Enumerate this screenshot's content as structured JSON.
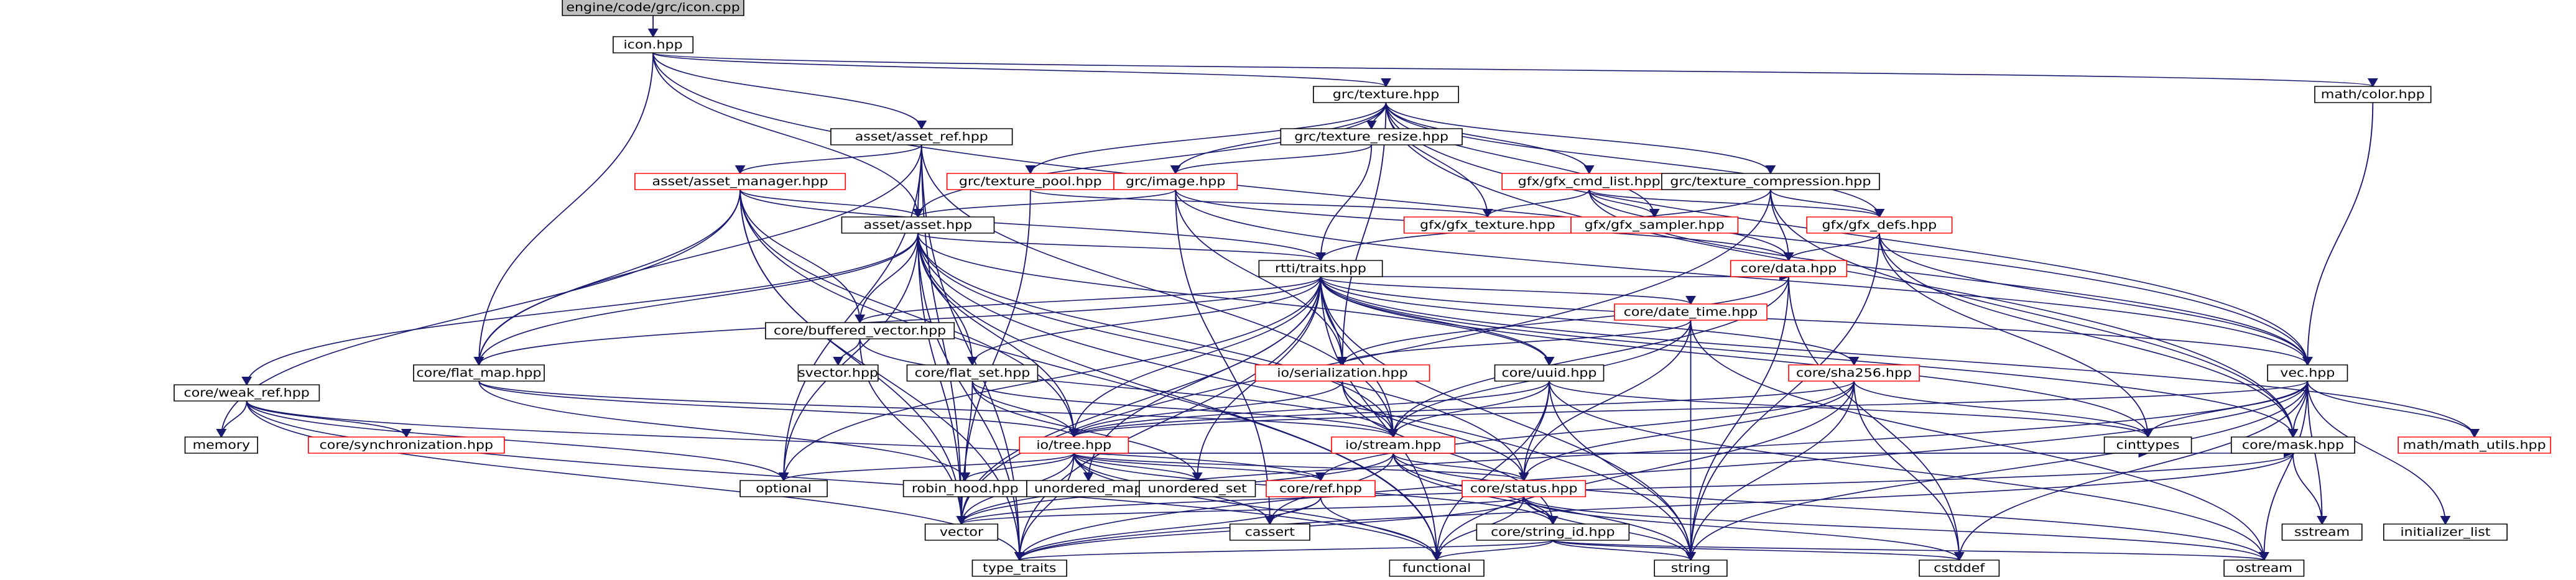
{
  "diagram": {
    "type": "include-dependency-graph",
    "colors": {
      "edge": "#191970",
      "root_fill": "#bfbfbf",
      "truncated_border": "#ff0000",
      "node_border": "#000000"
    },
    "nodes": [
      {
        "id": "root",
        "label": "engine/code/grc/icon.cpp",
        "kind": "root"
      },
      {
        "id": "icon",
        "label": "icon.hpp",
        "kind": "normal"
      },
      {
        "id": "asset_ref",
        "label": "asset/asset_ref.hpp",
        "kind": "normal"
      },
      {
        "id": "texture",
        "label": "grc/texture.hpp",
        "kind": "normal"
      },
      {
        "id": "math_color",
        "label": "math/color.hpp",
        "kind": "normal"
      },
      {
        "id": "asset_manager",
        "label": "asset/asset_manager.hpp",
        "kind": "truncated"
      },
      {
        "id": "texture_pool",
        "label": "grc/texture_pool.hpp",
        "kind": "truncated"
      },
      {
        "id": "image",
        "label": "grc/image.hpp",
        "kind": "truncated"
      },
      {
        "id": "texture_resize",
        "label": "grc/texture_resize.hpp",
        "kind": "normal"
      },
      {
        "id": "gfx_cmd_list",
        "label": "gfx/gfx_cmd_list.hpp",
        "kind": "truncated"
      },
      {
        "id": "asset",
        "label": "asset/asset.hpp",
        "kind": "normal"
      },
      {
        "id": "gfx_texture",
        "label": "gfx/gfx_texture.hpp",
        "kind": "truncated"
      },
      {
        "id": "gfx_sampler",
        "label": "gfx/gfx_sampler.hpp",
        "kind": "truncated"
      },
      {
        "id": "texture_compression",
        "label": "grc/texture_compression.hpp",
        "kind": "normal"
      },
      {
        "id": "gfx_defs",
        "label": "gfx/gfx_defs.hpp",
        "kind": "truncated"
      },
      {
        "id": "rttr_traits",
        "label": "rtti/traits.hpp",
        "kind": "normal"
      },
      {
        "id": "buffered_vector",
        "label": "core/buffered_vector.hpp",
        "kind": "normal"
      },
      {
        "id": "date_time",
        "label": "core/date_time.hpp",
        "kind": "truncated"
      },
      {
        "id": "core_data",
        "label": "core/data.hpp",
        "kind": "truncated"
      },
      {
        "id": "weak_ref",
        "label": "core/weak_ref.hpp",
        "kind": "normal"
      },
      {
        "id": "flat_map",
        "label": "core/flat_map.hpp",
        "kind": "normal"
      },
      {
        "id": "flat_set",
        "label": "core/flat_set.hpp",
        "kind": "normal"
      },
      {
        "id": "svector",
        "label": "svector.hpp",
        "kind": "normal"
      },
      {
        "id": "serialization",
        "label": "io/serialization.hpp",
        "kind": "truncated"
      },
      {
        "id": "uuid",
        "label": "core/uuid.hpp",
        "kind": "normal"
      },
      {
        "id": "sha256",
        "label": "core/sha256.hpp",
        "kind": "truncated"
      },
      {
        "id": "vec",
        "label": "vec.hpp",
        "kind": "normal"
      },
      {
        "id": "memory",
        "label": "memory",
        "kind": "normal"
      },
      {
        "id": "synchronization",
        "label": "core/synchronization.hpp",
        "kind": "truncated"
      },
      {
        "id": "io_tree",
        "label": "io/tree.hpp",
        "kind": "truncated"
      },
      {
        "id": "io_stream",
        "label": "io/stream.hpp",
        "kind": "truncated"
      },
      {
        "id": "math_utils",
        "label": "math/math_utils.hpp",
        "kind": "truncated"
      },
      {
        "id": "optional",
        "label": "optional",
        "kind": "normal"
      },
      {
        "id": "robin_hood",
        "label": "robin_hood.hpp",
        "kind": "normal"
      },
      {
        "id": "unordered_map",
        "label": "unordered_map",
        "kind": "normal"
      },
      {
        "id": "unordered_set",
        "label": "unordered_set",
        "kind": "normal"
      },
      {
        "id": "core_ref",
        "label": "core/ref.hpp",
        "kind": "truncated"
      },
      {
        "id": "core_status",
        "label": "core/status.hpp",
        "kind": "truncated"
      },
      {
        "id": "cinttypes",
        "label": "cinttypes",
        "kind": "normal"
      },
      {
        "id": "core_mask",
        "label": "core/mask.hpp",
        "kind": "normal"
      },
      {
        "id": "cassert",
        "label": "cassert",
        "kind": "normal"
      },
      {
        "id": "string_id",
        "label": "core/string_id.hpp",
        "kind": "normal"
      },
      {
        "id": "sstream",
        "label": "sstream",
        "kind": "normal"
      },
      {
        "id": "initializer_list",
        "label": "initializer_list",
        "kind": "normal"
      },
      {
        "id": "vector",
        "label": "vector",
        "kind": "normal"
      },
      {
        "id": "type_traits",
        "label": "type_traits",
        "kind": "normal"
      },
      {
        "id": "functional",
        "label": "functional",
        "kind": "normal"
      },
      {
        "id": "string",
        "label": "string",
        "kind": "normal"
      },
      {
        "id": "cstddef",
        "label": "cstddef",
        "kind": "normal"
      },
      {
        "id": "ostream",
        "label": "ostream",
        "kind": "normal"
      }
    ],
    "edges": [
      [
        "root",
        "icon"
      ],
      [
        "icon",
        "asset_ref"
      ],
      [
        "icon",
        "texture"
      ],
      [
        "icon",
        "math_color"
      ],
      [
        "icon",
        "asset"
      ],
      [
        "icon",
        "flat_map"
      ],
      [
        "icon",
        "vec"
      ],
      [
        "asset_ref",
        "asset_manager"
      ],
      [
        "asset_ref",
        "asset"
      ],
      [
        "asset_ref",
        "optional"
      ],
      [
        "asset_ref",
        "vector"
      ],
      [
        "asset_ref",
        "type_traits"
      ],
      [
        "asset_ref",
        "io_stream"
      ],
      [
        "asset_ref",
        "flat_map"
      ],
      [
        "texture",
        "texture_pool"
      ],
      [
        "texture",
        "image"
      ],
      [
        "texture",
        "texture_resize"
      ],
      [
        "texture",
        "gfx_cmd_list"
      ],
      [
        "texture",
        "asset"
      ],
      [
        "texture",
        "gfx_texture"
      ],
      [
        "texture",
        "gfx_sampler"
      ],
      [
        "texture",
        "texture_compression"
      ],
      [
        "texture",
        "gfx_defs"
      ],
      [
        "texture",
        "serialization"
      ],
      [
        "texture",
        "vec"
      ],
      [
        "texture",
        "core_mask"
      ],
      [
        "math_color",
        "vec"
      ],
      [
        "asset_manager",
        "asset"
      ],
      [
        "asset_manager",
        "rttr_traits"
      ],
      [
        "asset_manager",
        "memory"
      ],
      [
        "asset_manager",
        "buffered_vector"
      ],
      [
        "asset_manager",
        "flat_map"
      ],
      [
        "asset_manager",
        "vector"
      ],
      [
        "asset_manager",
        "type_traits"
      ],
      [
        "asset_manager",
        "functional"
      ],
      [
        "asset_manager",
        "io_tree"
      ],
      [
        "texture_pool",
        "gfx_texture"
      ],
      [
        "texture_pool",
        "vector"
      ],
      [
        "image",
        "asset"
      ],
      [
        "image",
        "serialization"
      ],
      [
        "image",
        "core_data"
      ],
      [
        "image",
        "vec"
      ],
      [
        "image",
        "cassert"
      ],
      [
        "texture_resize",
        "image"
      ],
      [
        "texture_resize",
        "rttr_traits"
      ],
      [
        "gfx_cmd_list",
        "gfx_texture"
      ],
      [
        "gfx_cmd_list",
        "gfx_sampler"
      ],
      [
        "gfx_cmd_list",
        "gfx_defs"
      ],
      [
        "gfx_cmd_list",
        "core_data"
      ],
      [
        "gfx_cmd_list",
        "vec"
      ],
      [
        "asset",
        "rttr_traits"
      ],
      [
        "asset",
        "buffered_vector"
      ],
      [
        "asset",
        "weak_ref"
      ],
      [
        "asset",
        "flat_set"
      ],
      [
        "asset",
        "uuid"
      ],
      [
        "asset",
        "io_tree"
      ],
      [
        "asset",
        "io_stream"
      ],
      [
        "asset",
        "core_status"
      ],
      [
        "asset",
        "vector"
      ],
      [
        "asset",
        "type_traits"
      ],
      [
        "asset",
        "functional"
      ],
      [
        "asset",
        "string"
      ],
      [
        "asset",
        "optional"
      ],
      [
        "asset",
        "flat_map"
      ],
      [
        "texture_compression",
        "rttr_traits"
      ],
      [
        "texture_compression",
        "gfx_defs"
      ],
      [
        "texture_compression",
        "core_data"
      ],
      [
        "texture_compression",
        "core_mask"
      ],
      [
        "texture_compression",
        "vector"
      ],
      [
        "gfx_defs",
        "core_data"
      ],
      [
        "gfx_defs",
        "vec"
      ],
      [
        "gfx_defs",
        "core_mask"
      ],
      [
        "gfx_defs",
        "cinttypes"
      ],
      [
        "gfx_defs",
        "string"
      ],
      [
        "rttr_traits",
        "buffered_vector"
      ],
      [
        "rttr_traits",
        "date_time"
      ],
      [
        "rttr_traits",
        "core_data"
      ],
      [
        "rttr_traits",
        "flat_map"
      ],
      [
        "rttr_traits",
        "flat_set"
      ],
      [
        "rttr_traits",
        "serialization"
      ],
      [
        "rttr_traits",
        "uuid"
      ],
      [
        "rttr_traits",
        "sha256"
      ],
      [
        "rttr_traits",
        "vec"
      ],
      [
        "rttr_traits",
        "io_tree"
      ],
      [
        "rttr_traits",
        "io_stream"
      ],
      [
        "rttr_traits",
        "optional"
      ],
      [
        "rttr_traits",
        "unordered_map"
      ],
      [
        "rttr_traits",
        "unordered_set"
      ],
      [
        "rttr_traits",
        "vector"
      ],
      [
        "rttr_traits",
        "cinttypes"
      ],
      [
        "rttr_traits",
        "core_mask"
      ],
      [
        "rttr_traits",
        "string"
      ],
      [
        "rttr_traits",
        "functional"
      ],
      [
        "rttr_traits",
        "type_traits"
      ],
      [
        "rttr_traits",
        "math_utils"
      ],
      [
        "buffered_vector",
        "svector"
      ],
      [
        "buffered_vector",
        "io_stream"
      ],
      [
        "buffered_vector",
        "vector"
      ],
      [
        "date_time",
        "serialization"
      ],
      [
        "date_time",
        "io_stream"
      ],
      [
        "date_time",
        "core_status"
      ],
      [
        "date_time",
        "string"
      ],
      [
        "date_time",
        "ostream"
      ],
      [
        "core_data",
        "serialization"
      ],
      [
        "core_data",
        "io_stream"
      ],
      [
        "core_data",
        "cstddef"
      ],
      [
        "core_data",
        "string"
      ],
      [
        "weak_ref",
        "memory"
      ],
      [
        "weak_ref",
        "synchronization"
      ],
      [
        "weak_ref",
        "core_ref"
      ],
      [
        "weak_ref",
        "type_traits"
      ],
      [
        "weak_ref",
        "functional"
      ],
      [
        "weak_ref",
        "optional"
      ],
      [
        "flat_map",
        "io_tree"
      ],
      [
        "flat_map",
        "io_stream"
      ],
      [
        "flat_map",
        "robin_hood"
      ],
      [
        "flat_set",
        "io_tree"
      ],
      [
        "flat_set",
        "io_stream"
      ],
      [
        "flat_set",
        "robin_hood"
      ],
      [
        "flat_set",
        "unordered_set"
      ],
      [
        "serialization",
        "io_tree"
      ],
      [
        "serialization",
        "io_stream"
      ],
      [
        "serialization",
        "core_status"
      ],
      [
        "serialization",
        "string_id"
      ],
      [
        "uuid",
        "io_tree"
      ],
      [
        "uuid",
        "io_stream"
      ],
      [
        "uuid",
        "core_status"
      ],
      [
        "uuid",
        "cinttypes"
      ],
      [
        "uuid",
        "string"
      ],
      [
        "uuid",
        "functional"
      ],
      [
        "uuid",
        "ostream"
      ],
      [
        "sha256",
        "io_tree"
      ],
      [
        "sha256",
        "core_status"
      ],
      [
        "sha256",
        "cinttypes"
      ],
      [
        "sha256",
        "core_ref"
      ],
      [
        "sha256",
        "string"
      ],
      [
        "sha256",
        "cstddef"
      ],
      [
        "sha256",
        "functional"
      ],
      [
        "vec",
        "math_utils"
      ],
      [
        "vec",
        "io_tree"
      ],
      [
        "vec",
        "core_mask"
      ],
      [
        "vec",
        "cinttypes"
      ],
      [
        "vec",
        "sstream"
      ],
      [
        "vec",
        "initializer_list"
      ],
      [
        "vec",
        "vector"
      ],
      [
        "vec",
        "type_traits"
      ],
      [
        "vec",
        "cstddef"
      ],
      [
        "vec",
        "ostream"
      ],
      [
        "vec",
        "string"
      ],
      [
        "io_tree",
        "optional"
      ],
      [
        "io_tree",
        "robin_hood"
      ],
      [
        "io_tree",
        "unordered_map"
      ],
      [
        "io_tree",
        "unordered_set"
      ],
      [
        "io_tree",
        "core_ref"
      ],
      [
        "io_tree",
        "core_status"
      ],
      [
        "io_tree",
        "cinttypes"
      ],
      [
        "io_tree",
        "core_mask"
      ],
      [
        "io_tree",
        "string_id"
      ],
      [
        "io_tree",
        "vector"
      ],
      [
        "io_tree",
        "type_traits"
      ],
      [
        "io_tree",
        "functional"
      ],
      [
        "io_tree",
        "cassert"
      ],
      [
        "io_stream",
        "core_status"
      ],
      [
        "io_stream",
        "string_id"
      ],
      [
        "io_stream",
        "vector"
      ],
      [
        "io_stream",
        "cassert"
      ],
      [
        "io_stream",
        "string"
      ],
      [
        "io_stream",
        "ostream"
      ],
      [
        "core_ref",
        "cassert"
      ],
      [
        "core_ref",
        "type_traits"
      ],
      [
        "core_ref",
        "functional"
      ],
      [
        "core_status",
        "string_id"
      ],
      [
        "core_status",
        "string"
      ],
      [
        "core_status",
        "type_traits"
      ],
      [
        "core_status",
        "functional"
      ],
      [
        "core_status",
        "ostream"
      ],
      [
        "core_status",
        "vector"
      ],
      [
        "core_status",
        "cstddef"
      ],
      [
        "core_mask",
        "sstream"
      ],
      [
        "core_mask",
        "vector"
      ],
      [
        "core_mask",
        "type_traits"
      ],
      [
        "string_id",
        "type_traits"
      ],
      [
        "string_id",
        "functional"
      ],
      [
        "string_id",
        "string"
      ],
      [
        "string_id",
        "cstddef"
      ],
      [
        "string_id",
        "ostream"
      ]
    ]
  }
}
